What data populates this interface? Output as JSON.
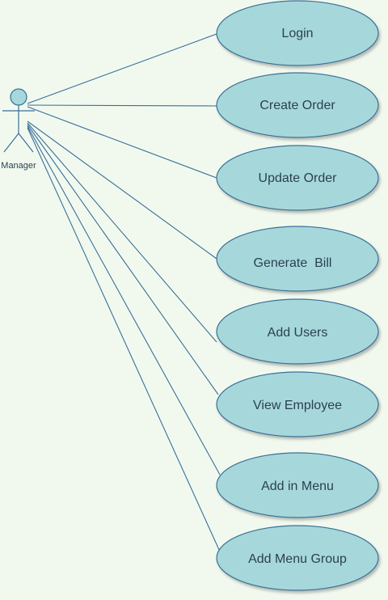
{
  "actor": {
    "name": "Manager"
  },
  "use_cases": [
    {
      "label": "Login"
    },
    {
      "label": "Create Order"
    },
    {
      "label": "Update Order"
    },
    {
      "label": "Generate  Bill"
    },
    {
      "label": "Add Users"
    },
    {
      "label": "View Employee"
    },
    {
      "label": "Add in Menu"
    },
    {
      "label": "Add Menu Group"
    }
  ],
  "colors": {
    "background": "#f1f9ef",
    "ellipse_fill": "#a6d8db",
    "stroke": "#3a6f96",
    "text": "#2b3f52"
  }
}
